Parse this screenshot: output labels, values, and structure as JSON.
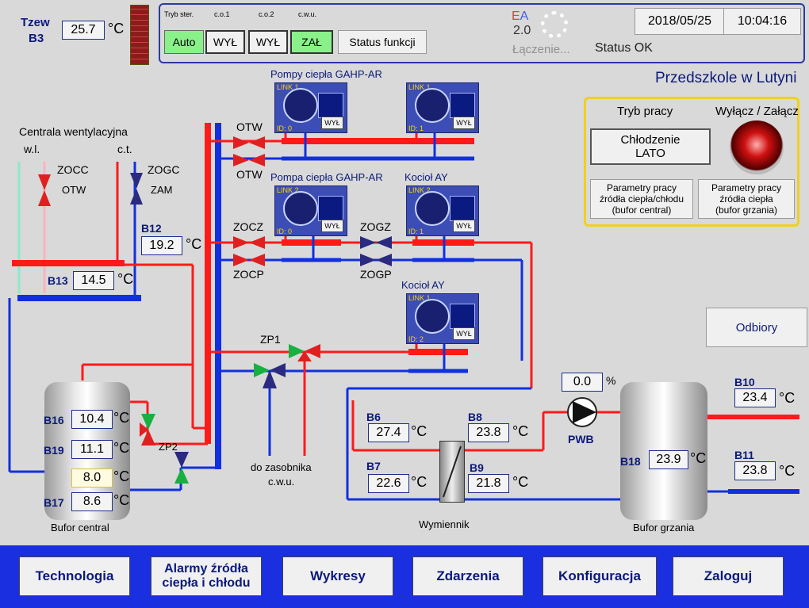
{
  "header": {
    "tzew_label": "Tzew",
    "b3_label": "B3",
    "tzew_value": "25.7",
    "unit_c": "°C",
    "tryb_label": "Tryb ster.",
    "co1_label": "c.o.1",
    "co2_label": "c.o.2",
    "cwu_label": "c.w.u.",
    "tryb_value": "Auto",
    "co1_value": "WYŁ",
    "co2_value": "WYŁ",
    "cwu_value": "ZAŁ",
    "status_funkcji": "Status funkcji",
    "ea_e": "E",
    "ea_a": "A",
    "version": "2.0",
    "connecting": "Łączenie...",
    "status": "Status OK",
    "date": "2018/05/25",
    "time": "10:04:16",
    "site_title": "Przedszkole w Lutyni"
  },
  "ventilation": {
    "title": "Centrala wentylacyjna",
    "wl": "w.l.",
    "ct": "c.t.",
    "zocc": "ZOCC",
    "zocc_state": "OTW",
    "zogc": "ZOGC",
    "zogc_state": "ZAM"
  },
  "sensors": {
    "b12_label": "B12",
    "b12": "19.2",
    "b13_label": "B13",
    "b13": "14.5",
    "b16_label": "B16",
    "b16": "10.4",
    "b19_label": "B19",
    "b19": "11.1",
    "mid": "8.0",
    "b17_label": "B17",
    "b17": "8.6",
    "b6_label": "B6",
    "b6": "27.4",
    "b7_label": "B7",
    "b7": "22.6",
    "b8_label": "B8",
    "b8": "23.8",
    "b9_label": "B9",
    "b9": "21.8",
    "b18_label": "B18",
    "b18": "23.9",
    "b10_label": "B10",
    "b10": "23.4",
    "b11_label": "B11",
    "b11": "23.8",
    "pwb_value": "0.0",
    "pwb_unit": "%",
    "pwb_label": "PWB"
  },
  "valves": {
    "otw1": "OTW",
    "otw2": "OTW",
    "zocz": "ZOCZ",
    "zocp": "ZOCP",
    "zogz": "ZOGZ",
    "zogp": "ZOGP",
    "zp1": "ZP1",
    "zp2": "ZP2"
  },
  "units": {
    "title1": "Pompy ciepła GAHP-AR",
    "title2": "Pompa ciepła GAHP-AR",
    "title3": "Kocioł AY",
    "title4": "Kocioł AY",
    "u1_link": "LINK 1",
    "u1_id": "ID: 0",
    "u2_link": "LINK 1",
    "u2_id": "ID: 1",
    "u3_link": "LINK 2",
    "u3_id": "ID: 0",
    "u4_link": "LINK 2",
    "u4_id": "ID: 1",
    "u5_link": "LINK 1",
    "u5_id": "ID: 2",
    "c": "C",
    "wyl": "WYŁ"
  },
  "labels": {
    "do_zasobnika": "do zasobnika",
    "cwu": "c.w.u.",
    "bufor_central": "Bufor central",
    "wymiennik": "Wymiennik",
    "bufor_grzania": "Bufor grzania"
  },
  "mode_panel": {
    "tryb_pracy": "Tryb pracy",
    "wylacz": "Wyłącz / Załącz",
    "mode_line1": "Chłodzenie",
    "mode_line2": "LATO",
    "param1_l1": "Parametry pracy",
    "param1_l2": "źródła ciepła/chłodu",
    "param1_l3": "(bufor central)",
    "param2_l1": "Parametry pracy",
    "param2_l2": "źródła ciepła",
    "param2_l3": "(bufor grzania)"
  },
  "odbiory": "Odbiory",
  "nav": {
    "technologia": "Technologia",
    "alarmy_l1": "Alarmy źródła",
    "alarmy_l2": "ciepła i chłodu",
    "wykresy": "Wykresy",
    "zdarzenia": "Zdarzenia",
    "konfiguracja": "Konfiguracja",
    "zaloguj": "Zaloguj"
  },
  "colors": {
    "hot": "#ff1a1a",
    "cold": "#1030e0",
    "nav_bg": "#1a2fe0",
    "active_green": "#8af08a"
  }
}
